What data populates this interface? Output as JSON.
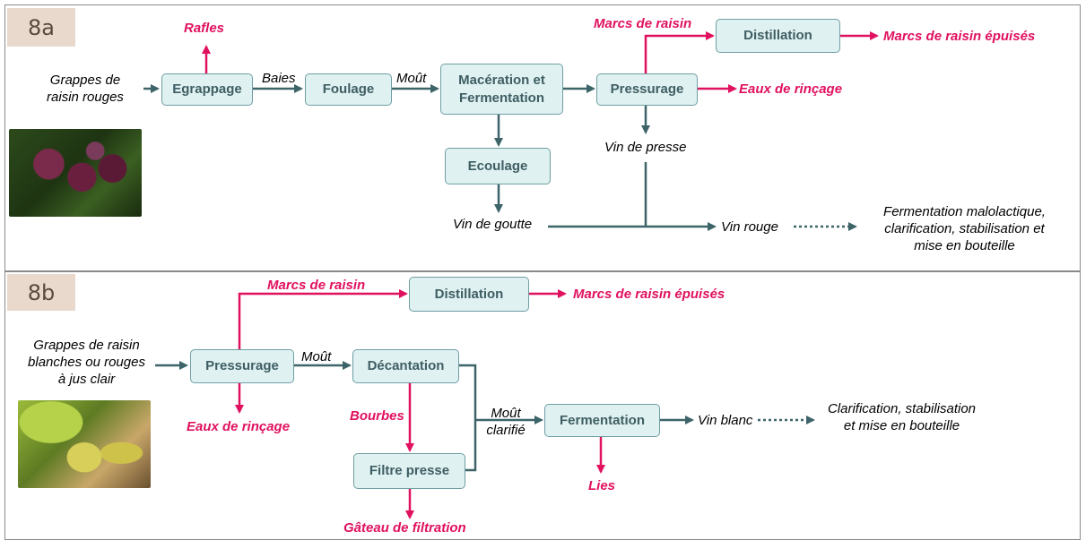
{
  "panel_a": {
    "tag": "8a",
    "input": "Grappes de\nraisin rouges",
    "boxes": {
      "egrappage": "Egrappage",
      "foulage": "Foulage",
      "maceration": "Macération et\nFermentation",
      "pressurage": "Pressurage",
      "distillation": "Distillation",
      "ecoulage": "Ecoulage"
    },
    "labels": {
      "baies": "Baies",
      "mout": "Moût",
      "vin_de_presse": "Vin de presse",
      "vin_de_goutte": "Vin de goutte",
      "vin_rouge": "Vin rouge",
      "final": "Fermentation malolactique,\nclarification, stabilisation et\nmise en bouteille"
    },
    "byproducts": {
      "rafles": "Rafles",
      "marcs": "Marcs de raisin",
      "marcs_epuises": "Marcs de raisin épuisés",
      "eaux": "Eaux de rinçage"
    }
  },
  "panel_b": {
    "tag": "8b",
    "input": "Grappes de raisin\nblanches ou rouges\nà jus clair",
    "boxes": {
      "pressurage": "Pressurage",
      "decantation": "Décantation",
      "distillation": "Distillation",
      "filtre": "Filtre presse",
      "fermentation": "Fermentation"
    },
    "labels": {
      "mout": "Moût",
      "mout_clarifie": "Moût\nclarifié",
      "vin_blanc": "Vin blanc",
      "final": "Clarification, stabilisation\net mise en bouteille"
    },
    "byproducts": {
      "marcs": "Marcs de raisin",
      "marcs_epuises": "Marcs de raisin épuisés",
      "eaux": "Eaux de rinçage",
      "bourbes": "Bourbes",
      "lies": "Lies",
      "gateau": "Gâteau de filtration"
    }
  },
  "colors": {
    "flow": "#3d6468",
    "byproduct": "#e0115f",
    "box_fill": "#dff1f1",
    "box_border": "#6f9ea3",
    "tag_fill": "#e9d9cc"
  }
}
